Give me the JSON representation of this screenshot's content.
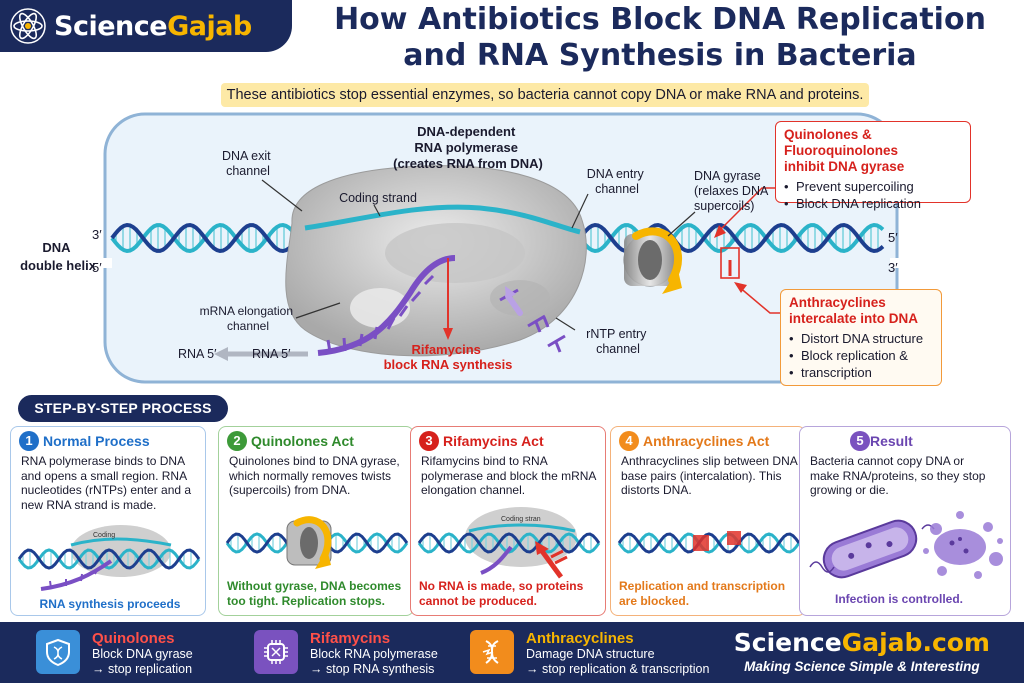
{
  "brand": {
    "name_part1": "Science",
    "name_part2": "Gajab"
  },
  "title": {
    "line1": "How Antibiotics Block DNA Replication",
    "line2": "and RNA Synthesis in Bacteria"
  },
  "subtitle": "These antibiotics stop essential enzymes, so bacteria cannot copy DNA or make RNA and proteins.",
  "diagram": {
    "polymerase_label": [
      "DNA-dependent",
      "RNA polymerase",
      "(creates RNA from DNA)"
    ],
    "dna_exit": [
      "DNA exit",
      "channel"
    ],
    "coding_strand": "Coding strand",
    "dna_entry": [
      "DNA entry",
      "channel"
    ],
    "gyrase": [
      "DNA gyrase",
      "(relaxes DNA",
      "supercoils)"
    ],
    "dna_double_helix": [
      "DNA",
      "double helix"
    ],
    "end_3_left": "3′",
    "end_5_left": "5′",
    "end_5_right": "5′",
    "end_3_right": "3′",
    "mrna_channel": [
      "mRNA elongation",
      "channel"
    ],
    "rntp_channel": [
      "rNTP entry",
      "channel"
    ],
    "rna5_left": "RNA 5′",
    "rna5_right": "RNA 5′",
    "rifamycins": [
      "Rifamycins",
      "block RNA synthesis"
    ]
  },
  "callouts": {
    "quinolones": {
      "title": [
        "Quinolones & Fluoroquinolones",
        "inhibit DNA gyrase"
      ],
      "items": [
        "Prevent supercoiling",
        "Block DNA replication"
      ]
    },
    "anthracyclines": {
      "title": [
        "Anthracyclines",
        "intercalate into DNA"
      ],
      "items": [
        "Distort DNA structure",
        "Block replication &",
        "transcription"
      ]
    }
  },
  "steps_header": "STEP-BY-STEP PROCESS",
  "steps": [
    {
      "num": "1",
      "title": "Normal Process",
      "body": "RNA polymerase binds to DNA and opens a small region. RNA nucleotides (rNTPs) enter and a new RNA strand is made.",
      "mini": "Coding",
      "footer": "RNA synthesis proceeds"
    },
    {
      "num": "2",
      "title": "Quinolones Act",
      "body": "Quinolones bind to DNA gyrase, which normally removes twists (supercoils) from DNA.",
      "footer": "Without gyrase, DNA becomes too tight. Replication stops."
    },
    {
      "num": "3",
      "title": "Rifamycins Act",
      "body": "Rifamycins bind to RNA polymerase and block the mRNA elongation channel.",
      "mini": "Coding stran",
      "footer": "No RNA is made, so proteins cannot be produced."
    },
    {
      "num": "4",
      "title": "Anthracyclines Act",
      "body": "Anthracyclines slip between DNA base pairs (intercalation). This distorts DNA.",
      "footer": "Replication and transcription are blocked."
    },
    {
      "num": "5",
      "title": "Result",
      "body": "Bacteria cannot copy DNA or make RNA/proteins, so they stop growing or die.",
      "footer": "Infection is controlled."
    }
  ],
  "footer": {
    "items": [
      {
        "name": "Quinolones",
        "desc1": "Block DNA gyrase",
        "desc2": "→ stop replication",
        "icon": "shield-dna-icon"
      },
      {
        "name": "Rifamycins",
        "desc1": "Block RNA polymerase",
        "desc2": "→ stop RNA synthesis",
        "icon": "polymerase-icon"
      },
      {
        "name": "Anthracyclines",
        "desc1": "Damage DNA structure",
        "desc2": "→ stop replication & transcription",
        "icon": "dna-break-icon"
      }
    ],
    "site_part1": "Science",
    "site_part2": "Gajab.com",
    "tagline": "Making Science Simple & Interesting"
  },
  "colors": {
    "navy": "#1b2a5c",
    "gold": "#f7b500",
    "red": "#d6211c",
    "teal": "#2bb3c9",
    "dna_dark": "#1d3f8f",
    "rna": "#7a4fc4"
  }
}
